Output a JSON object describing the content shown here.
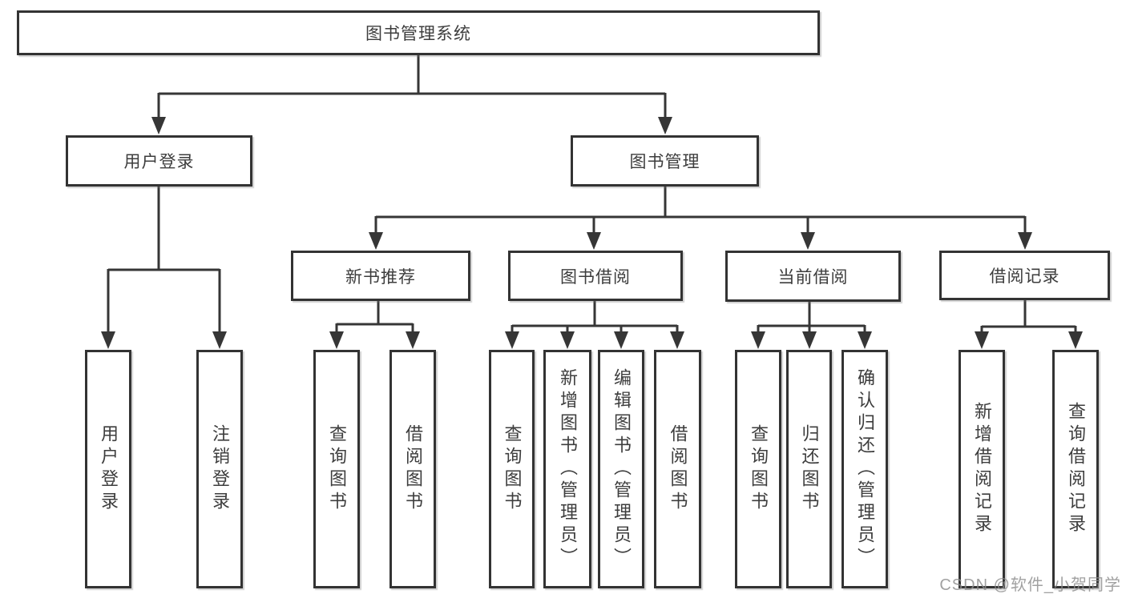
{
  "diagram": {
    "root": "图书管理系统",
    "level2": [
      {
        "label": "用户登录",
        "children": [
          {
            "label": "用户登录"
          },
          {
            "label": "注销登录"
          }
        ]
      },
      {
        "label": "图书管理",
        "children": [
          {
            "label": "新书推荐",
            "children": [
              {
                "label": "查询图书"
              },
              {
                "label": "借阅图书"
              }
            ]
          },
          {
            "label": "图书借阅",
            "children": [
              {
                "label": "查询图书"
              },
              {
                "label": "新增图书（管理员）"
              },
              {
                "label": "编辑图书（管理员）"
              },
              {
                "label": "借阅图书"
              }
            ]
          },
          {
            "label": "当前借阅",
            "children": [
              {
                "label": "查询图书"
              },
              {
                "label": "归还图书"
              },
              {
                "label": "确认归还（管理员）"
              }
            ]
          },
          {
            "label": "借阅记录",
            "children": [
              {
                "label": "新增借阅记录"
              },
              {
                "label": "查询借阅记录"
              }
            ]
          }
        ]
      }
    ]
  },
  "watermark": {
    "text": "CSDN @软件_小贺同学"
  },
  "colors": {
    "line": "#363636",
    "box_border": "#333333",
    "text": "#3d3d3d",
    "watermark": "#8c8c8c",
    "background": "#ffffff"
  }
}
